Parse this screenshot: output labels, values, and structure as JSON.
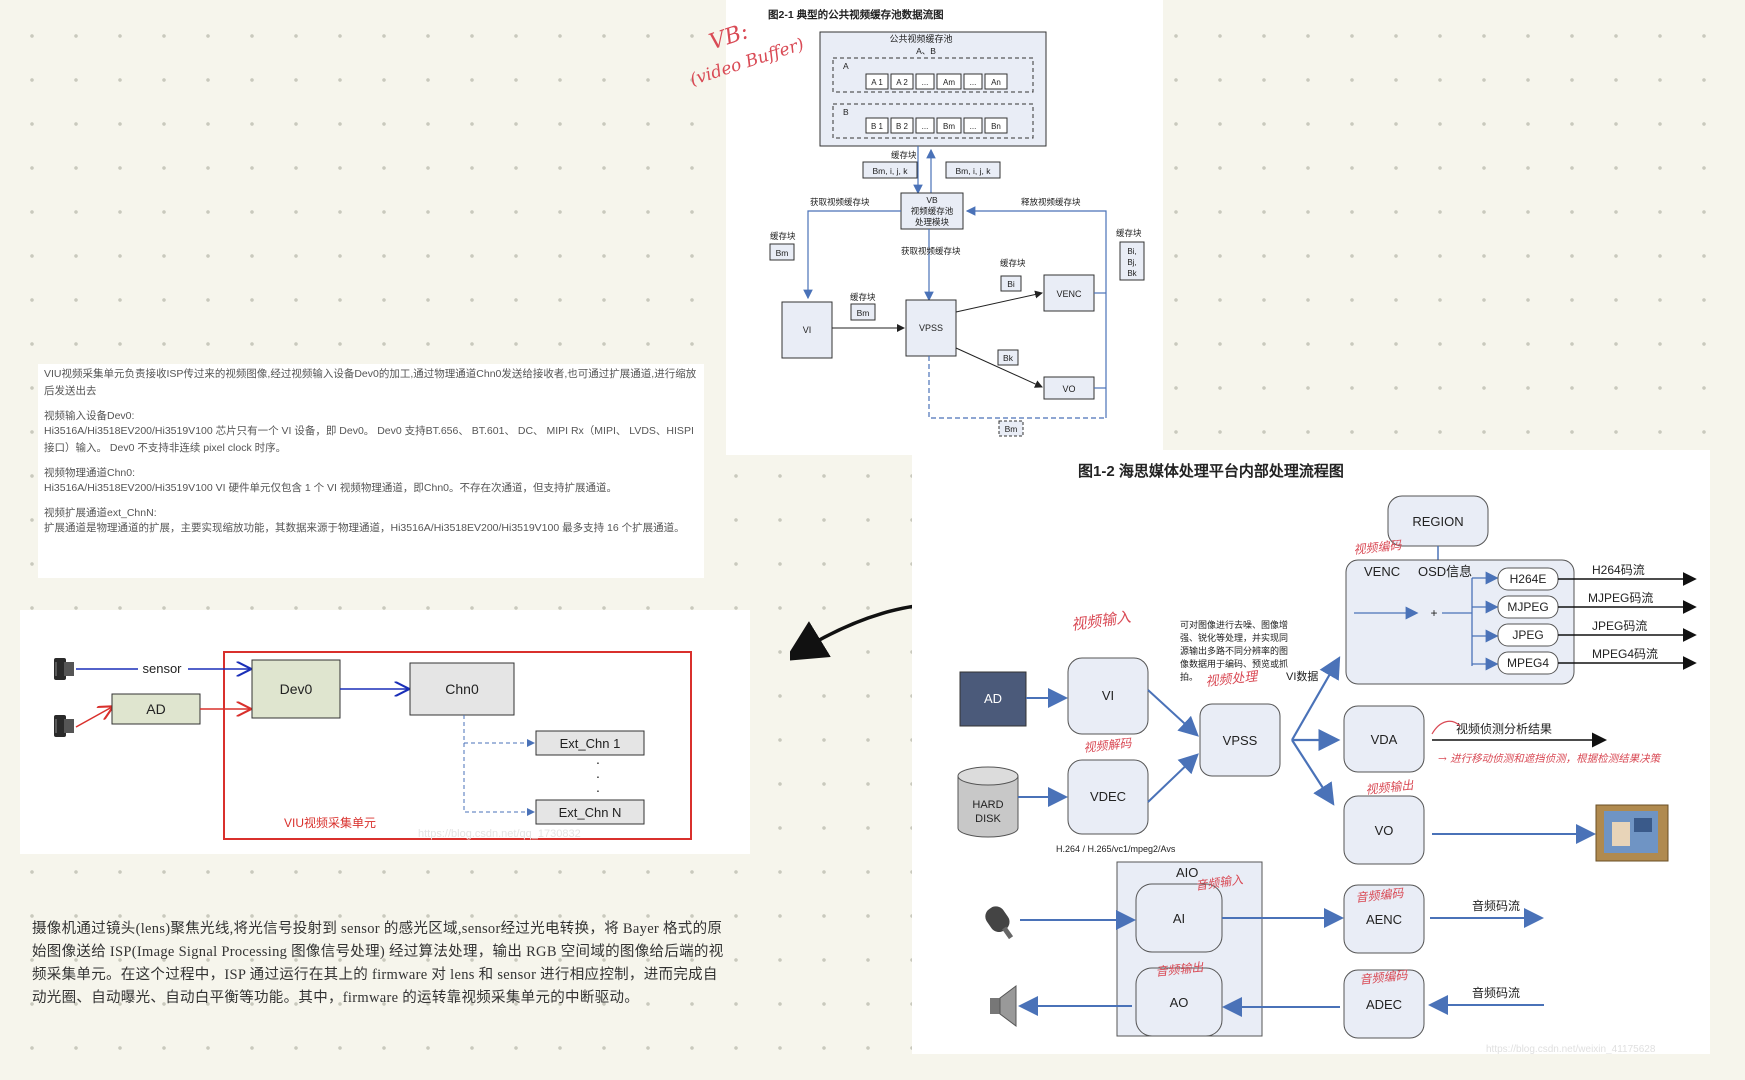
{
  "fig_vb": {
    "title": "图2-1  典型的公共视频缓存池数据流图",
    "pool_title": "公共视频缓存池",
    "pool_sub": "A、B",
    "row_a_label": "A",
    "row_a_cells": [
      "A 1",
      "A 2",
      "...",
      "Am",
      "...",
      "An"
    ],
    "row_b_label": "B",
    "row_b_cells": [
      "B 1",
      "B 2",
      "...",
      "Bm",
      "...",
      "Bn"
    ],
    "cache_block": "缓存块",
    "block_bmijk_1": "Bm, i, j, k",
    "block_bmijk_2": "Bm, i, j, k",
    "get_buf": "获取视频缓存块",
    "release_buf": "释放视频缓存块",
    "vb_module": [
      "VB",
      "视频缓存池",
      "处理模块"
    ],
    "cache_bm_left": "缓存块",
    "bm_left": "Bm",
    "cache_right": "缓存块",
    "bi_bj_bk": [
      "Bi,",
      "Bj,",
      "Bk"
    ],
    "get_buf_2": "获取视频缓存块",
    "cache_bi": "缓存块",
    "bi": "Bi",
    "cache_bm_mid": "缓存块",
    "bm_mid": "Bm",
    "vi": "VI",
    "vpss": "VPSS",
    "venc": "VENC",
    "bk": "Bk",
    "vo": "VO",
    "bm_bottom": "Bm",
    "hand_vb": "VB:",
    "hand_video_buffer": "(video Buffer)"
  },
  "viu_text": {
    "intro": "VIU视频采集单元负责接收ISP传过来的视频图像,经过视频输入设备Dev0的加工,通过物理通道Chn0发送给接收者,也可通过扩展通道,进行缩放后发送出去",
    "dev_title": "视频输入设备Dev0:",
    "dev_body": "Hi3516A/Hi3518EV200/Hi3519V100 芯片只有一个 VI 设备，即 Dev0。 Dev0 支持BT.656、 BT.601、 DC、 MIPI Rx（MIPI、 LVDS、HISPI 接口）输入。 Dev0 不支持非连续 pixel clock 时序。",
    "chn_title": "视频物理通道Chn0:",
    "chn_body": "Hi3516A/Hi3518EV200/Hi3519V100 VI 硬件单元仅包含 1 个 VI 视频物理通道，即Chn0。不存在次通道，但支持扩展通道。",
    "ext_title": "视频扩展通道ext_ChnN:",
    "ext_body": "扩展通道是物理通道的扩展，主要实现缩放功能，其数据来源于物理通道，Hi3516A/Hi3518EV200/Hi3519V100 最多支持 16 个扩展通道。"
  },
  "viu_diagram": {
    "sensor": "sensor",
    "ad": "AD",
    "dev0": "Dev0",
    "chn0": "Chn0",
    "ext1": "Ext_Chn 1",
    "extn": "Ext_Chn N",
    "dots": "·",
    "unit_label": "VIU视频采集单元",
    "watermark": "https://blog.csdn.net/qq_1730832"
  },
  "fig_hisi": {
    "title": "图1-2  海思媒体处理平台内部处理流程图",
    "region": "REGION",
    "venc": "VENC",
    "osd": "OSD信息",
    "h264e": "H264E",
    "mjpeg": "MJPEG",
    "jpeg": "JPEG",
    "mpeg4": "MPEG4",
    "out_h264": "H264码流",
    "out_mjpeg": "MJPEG码流",
    "out_jpeg": "JPEG码流",
    "out_mpeg4": "MPEG4码流",
    "plus": "+",
    "note": [
      "可对图像进行去噪、图像增",
      "强、锐化等处理，并实现同",
      "源输出多路不同分辨率的图",
      "像数据用于编码、预览或抓",
      "拍。"
    ],
    "vi_data": "VI数据",
    "ad": "AD",
    "vi": "VI",
    "vdec": "VDEC",
    "vpss": "VPSS",
    "vda": "VDA",
    "vo": "VO",
    "hard_disk": [
      "HARD",
      "DISK"
    ],
    "codec_formats": "H.264 / H.265/vc1/mpeg2/Avs",
    "vda_result": "视频侦测分析结果",
    "aio": "AIO",
    "ai": "AI",
    "ao": "AO",
    "aenc": "AENC",
    "adec": "ADEC",
    "audio_out": "音频码流",
    "audio_in": "音频码流",
    "watermark": "https://blog.csdn.net/weixin_41175628"
  },
  "annotations": {
    "video_in": "视频输入",
    "video_proc": "视频处理",
    "video_dec": "视频解码",
    "video_enc": "视频编码",
    "video_out": "视频输出",
    "audio_in": "音频输入",
    "audio_enc": "音频编码",
    "audio_out": "音频输出",
    "vda_note": "→ 进行移动侦测和遮挡侦测，根据检测结果决策"
  },
  "bottom_text": "摄像机通过镜头(lens)聚焦光线,将光信号投射到 sensor 的感光区域,sensor经过光电转换，将 Bayer 格式的原始图像送给 ISP(Image Signal Processing 图像信号处理) 经过算法处理，输出 RGB 空间域的图像给后端的视频采集单元。在这个过程中，ISP 通过运行在其上的 firmware 对 lens 和 sensor 进行相应控制，进而完成自动光圈、自动曝光、自动白平衡等功能。其中，firmware 的运转靠视频采集单元的中断驱动。",
  "colors": {
    "blue_arrow": "#4a72b8",
    "red_frame": "#d9302c",
    "annotation_red": "#d94a55",
    "box_fill": "#e9edf6"
  }
}
